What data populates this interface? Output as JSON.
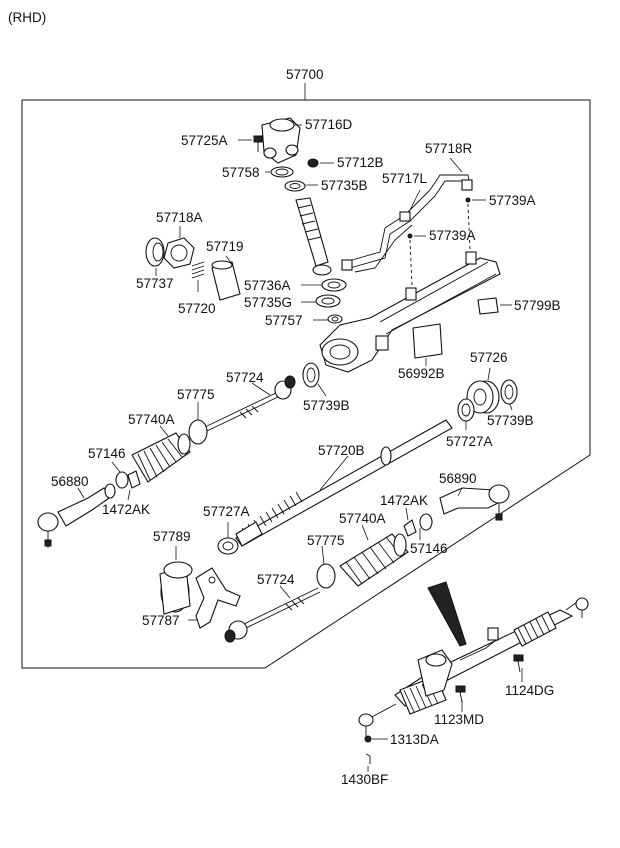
{
  "header": {
    "variant": "(RHD)"
  },
  "assembly": {
    "number": "57700"
  },
  "parts": {
    "p57716D": "57716D",
    "p57725A": "57725A",
    "p57712B": "57712B",
    "p57758": "57758",
    "p57735B": "57735B",
    "p57718R": "57718R",
    "p57717L": "57717L",
    "p57739A_top": "57739A",
    "p57739A_mid": "57739A",
    "p57718A": "57718A",
    "p57719": "57719",
    "p57737": "57737",
    "p57736A": "57736A",
    "p57720": "57720",
    "p57735G": "57735G",
    "p57757": "57757",
    "p57799B": "57799B",
    "p56992B": "56992B",
    "p57726": "57726",
    "p57724_top": "57724",
    "p57775_left": "57775",
    "p57740A_left": "57740A",
    "p57739B_left": "57739B",
    "p57739B_right": "57739B",
    "p57727A_right": "57727A",
    "p57720B": "57720B",
    "p57146_left": "57146",
    "p56880": "56880",
    "p1472AK_left": "1472AK",
    "p1472AK_right": "1472AK",
    "p56890": "56890",
    "p57727A_left": "57727A",
    "p57740A_right": "57740A",
    "p57789": "57789",
    "p57775_right": "57775",
    "p57146_right": "57146",
    "p57724_bottom": "57724",
    "p57787": "57787",
    "p1124DG": "1124DG",
    "p1123MD": "1123MD",
    "p1313DA": "1313DA",
    "p1430BF": "1430BF"
  }
}
